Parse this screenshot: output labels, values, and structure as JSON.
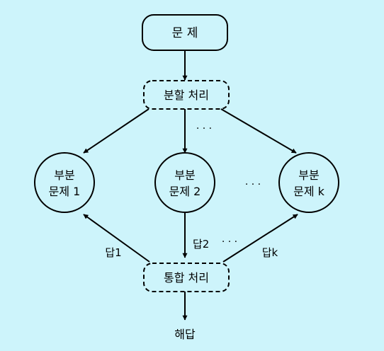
{
  "diagram": {
    "problem_label": "문 제",
    "divide_label": "분할 처리",
    "combine_label": "통합 처리",
    "subproblems": [
      {
        "line1": "부분",
        "line2": "문제 1"
      },
      {
        "line1": "부분",
        "line2": "문제 2"
      },
      {
        "line1": "부분",
        "line2": "문제 k"
      }
    ],
    "answers": [
      "답1",
      "답2",
      "답k"
    ],
    "ellipsis": "· · ·",
    "final_label": "해답"
  }
}
